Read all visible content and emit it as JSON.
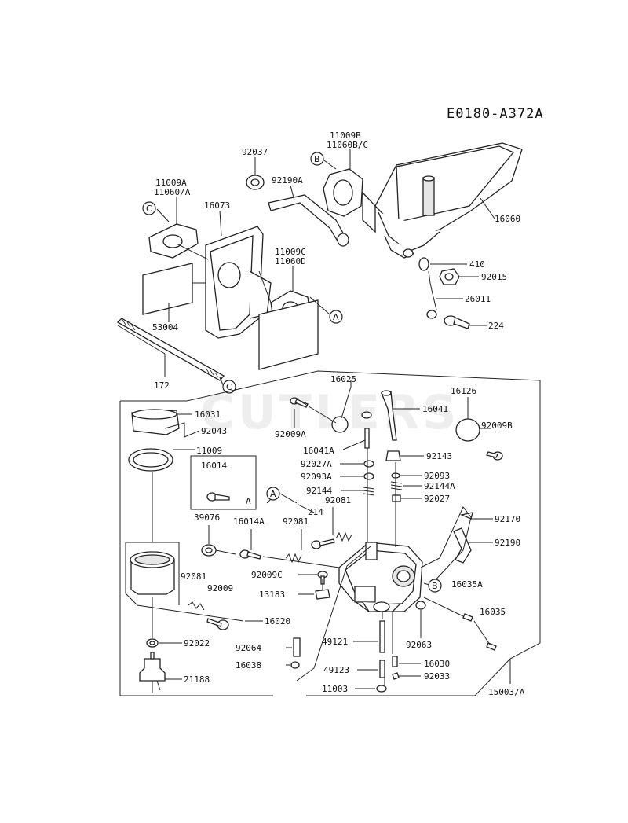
{
  "diagram_code": "E0180-A372A",
  "watermark": "CUTLERS",
  "refs": {
    "A": "A",
    "B": "B",
    "C": "C"
  },
  "inset_part": "16014",
  "inset_ref": "A",
  "labels": {
    "l92037": "92037",
    "l11009B": "11009B",
    "l11060BC": "11060B/C",
    "l92190A": "92190A",
    "l11009A": "11009A",
    "l11060A": "11060/A",
    "l16073": "16073",
    "l16060": "16060",
    "l11009C": "11009C",
    "l11060D": "11060D",
    "l410": "410",
    "l92015": "92015",
    "l26011": "26011",
    "l53004": "53004",
    "l224": "224",
    "l172": "172",
    "l16025": "16025",
    "l16126": "16126",
    "l16031": "16031",
    "l16041": "16041",
    "l92043": "92043",
    "l92009A": "92009A",
    "l92009B": "92009B",
    "l11009": "11009",
    "l16041A": "16041A",
    "l92143": "92143",
    "l92027A": "92027A",
    "l92093A": "92093A",
    "l92093": "92093",
    "l92144": "92144",
    "l92144A": "92144A",
    "l92081a": "92081",
    "l92027": "92027",
    "l214": "214",
    "l39076": "39076",
    "l16014A": "16014A",
    "l92081b": "92081",
    "l92170": "92170",
    "l92190": "92190",
    "l92009C": "92009C",
    "l13183": "13183",
    "l92081c": "92081",
    "l92009": "92009",
    "l16035A": "16035A",
    "l16020": "16020",
    "l16035": "16035",
    "l92063": "92063",
    "l92022": "92022",
    "l92064": "92064",
    "l49121": "49121",
    "l16030": "16030",
    "l16038": "16038",
    "l49123": "49123",
    "l92033": "92033",
    "l21188": "21188",
    "l11003": "11003",
    "l15003A": "15003/A"
  }
}
